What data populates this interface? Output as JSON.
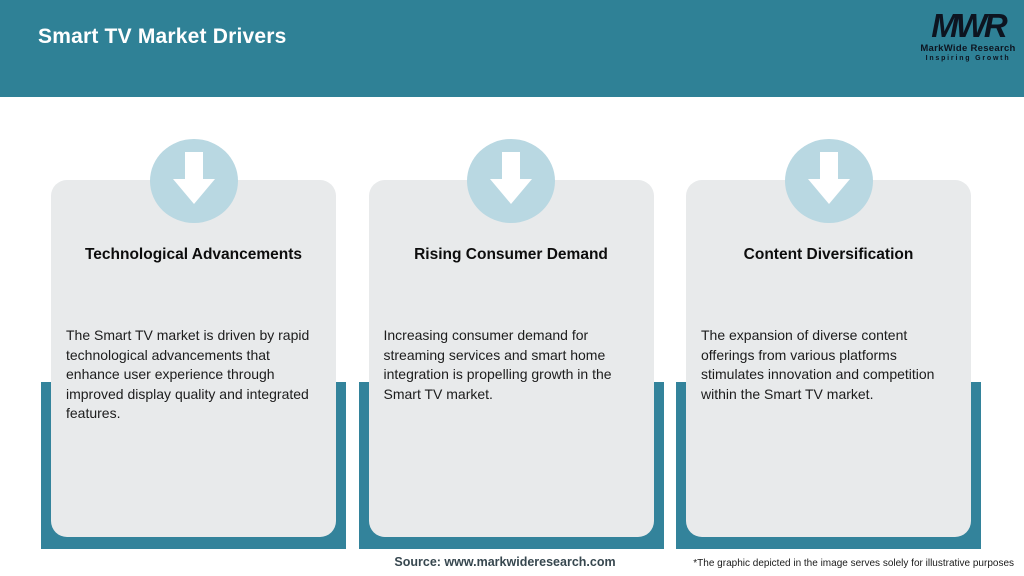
{
  "header": {
    "title": "Smart TV Market Drivers",
    "logo": {
      "acronym": "MWR",
      "name": "MarkWide Research",
      "tagline": "Inspiring Growth"
    }
  },
  "cards": [
    {
      "icon": "down-arrow-icon",
      "title": "Technological Advancements",
      "description": "The Smart TV market is driven by rapid technological advancements that enhance user experience through improved display quality and integrated features."
    },
    {
      "icon": "down-arrow-icon",
      "title": "Rising Consumer Demand",
      "description": "Increasing consumer demand for streaming services and smart home integration is propelling growth in the Smart TV market."
    },
    {
      "icon": "down-arrow-icon",
      "title": "Content Diversification",
      "description": "The expansion of diverse content offerings from various platforms stimulates innovation and competition within the Smart TV market."
    }
  ],
  "footer": {
    "source": "Source: www.markwideresearch.com",
    "disclaimer": "*The graphic depicted in the image serves solely for illustrative purposes"
  },
  "colors": {
    "teal": "#2F8196",
    "accent_teal": "#33839B",
    "circle_blue": "#B9D8E2",
    "card_gray": "#E8EAEB"
  }
}
